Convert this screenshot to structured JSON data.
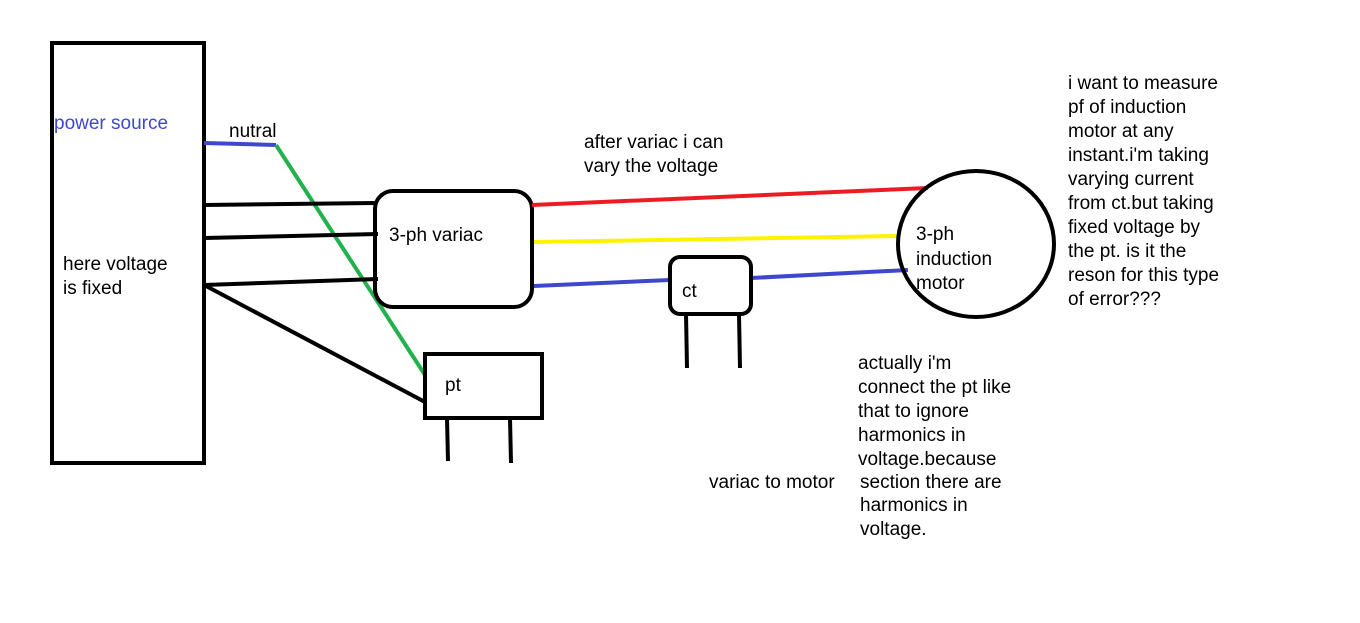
{
  "labels": {
    "power_source": "power source",
    "voltage_fixed": [
      "here voltage",
      "is fixed"
    ],
    "neutral": "nutral",
    "variac": "3-ph variac",
    "pt": "pt",
    "ct": "ct",
    "motor": [
      "3-ph",
      "induction",
      "motor"
    ],
    "after_variac": [
      "after variac i can",
      "vary the voltage"
    ],
    "question": [
      "i want to measure",
      "pf of induction",
      "motor at any",
      "instant.i'm taking",
      "varying current",
      "from ct.but taking",
      "fixed voltage  by",
      "the pt. is it the",
      "reson for this type",
      "of error???"
    ],
    "explanation": [
      "actually i'm",
      "connect the pt like",
      "that to ignore",
      "harmonics in",
      "voltage.because",
      "section there are",
      "harmonics in",
      "voltage."
    ],
    "variac_to_motor": "variac to motor"
  },
  "colors": {
    "black": "#000000",
    "red": "#ed1c24",
    "yellow": "#fff200",
    "blue": "#3f48cc",
    "green": "#22b14c"
  }
}
